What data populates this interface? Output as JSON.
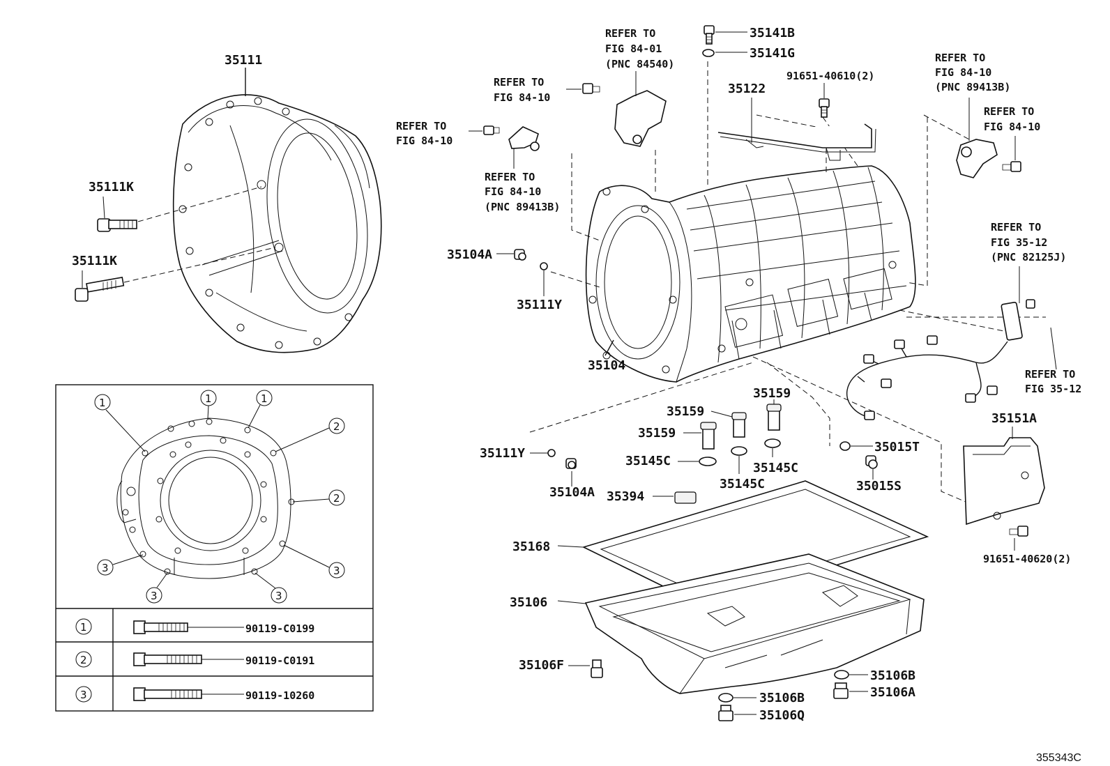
{
  "diagram_id": "355343C",
  "parts": {
    "p35111": "35111",
    "p35111K_a": "35111K",
    "p35111K_b": "35111K",
    "p35104": "35104",
    "p35104A_top": "35104A",
    "p35104A_bot": "35104A",
    "p35111Y_top": "35111Y",
    "p35111Y_bot": "35111Y",
    "p35141B": "35141B",
    "p35141G": "35141G",
    "p35122": "35122",
    "p91651_40610": "91651-40610(2)",
    "p91651_40620": "91651-40620(2)",
    "p35159_a": "35159",
    "p35159_b": "35159",
    "p35159_c": "35159",
    "p35145C_a": "35145C",
    "p35145C_b": "35145C",
    "p35145C_c": "35145C",
    "p35015T": "35015T",
    "p35015S": "35015S",
    "p35151A": "35151A",
    "p35394": "35394",
    "p35168": "35168",
    "p35106": "35106",
    "p35106F": "35106F",
    "p35106B_a": "35106B",
    "p35106B_b": "35106B",
    "p35106A": "35106A",
    "p35106Q": "35106Q"
  },
  "refs": {
    "r1_l1": "REFER TO",
    "r1_l2": "FIG 84-01",
    "r1_l3": "(PNC 84540)",
    "r2_l1": "REFER TO",
    "r2_l2": "FIG 84-10",
    "r3_l1": "REFER TO",
    "r3_l2": "FIG 84-10",
    "r4_l1": "REFER TO",
    "r4_l2": "FIG 84-10",
    "r4_l3": "(PNC 89413B)",
    "r5_l1": "REFER TO",
    "r5_l2": "FIG 84-10",
    "r5_l3": "(PNC 89413B)",
    "r6_l1": "REFER TO",
    "r6_l2": "FIG 84-10",
    "r7_l1": "REFER TO",
    "r7_l2": "FIG 35-12",
    "r7_l3": "(PNC 82125J)",
    "r8_l1": "REFER TO",
    "r8_l2": "FIG 35-12"
  },
  "inset": {
    "markers": [
      "1",
      "1",
      "1",
      "2",
      "2",
      "3",
      "3",
      "3",
      "3"
    ],
    "legend": [
      {
        "num": "1",
        "part": "90119-C0199"
      },
      {
        "num": "2",
        "part": "90119-C0191"
      },
      {
        "num": "3",
        "part": "90119-10260"
      }
    ]
  }
}
